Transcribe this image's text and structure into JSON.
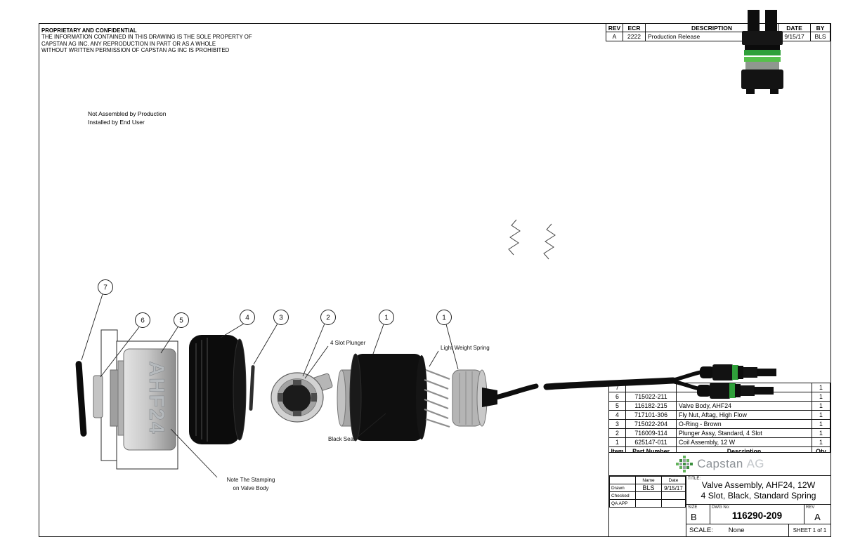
{
  "notices": {
    "proprietary_title": "PROPRIETARY AND CONFIDENTIAL",
    "proprietary_line1": "THE INFORMATION CONTAINED IN THIS DRAWING IS THE SOLE PROPERTY OF",
    "proprietary_line2": "CAPSTAN AG INC. ANY REPRODUCTION IN PART OR AS A WHOLE",
    "proprietary_line3": "WITHOUT WRITTEN PERMISSION OF CAPSTAN AG INC IS PROHIBITED",
    "assembly_note_line1": "Not Assembled by Production",
    "assembly_note_line2": "Installed by End User"
  },
  "revision_table": {
    "headers": {
      "rev": "REV",
      "ecr": "ECR",
      "description": "DESCRIPTION",
      "date": "DATE",
      "by": "BY"
    },
    "rows": [
      {
        "rev": "A",
        "ecr": "2222",
        "description": "Production Release",
        "date": "9/15/17",
        "by": "BLS"
      }
    ]
  },
  "diagram": {
    "balloons": [
      "7",
      "6",
      "5",
      "4",
      "3",
      "2",
      "1",
      "1"
    ],
    "labels": {
      "plunger": "4 Slot Plunger",
      "spring": "Light Weight Spring",
      "seal": "Black Seal",
      "stamping_line1": "Note The Stamping",
      "stamping_line2": "on Valve Body",
      "valve_stamp": "AHF24"
    }
  },
  "bom_table": {
    "headers": {
      "item": "Item",
      "part_number": "Part Number",
      "description": "Description",
      "qty": "Qty"
    },
    "rows": [
      {
        "item": "7",
        "part_number": "",
        "description": "",
        "qty": "1"
      },
      {
        "item": "6",
        "part_number": "715022-211",
        "description": "",
        "qty": "1"
      },
      {
        "item": "5",
        "part_number": "116182-215",
        "description": "Valve Body, AHF24",
        "qty": "1"
      },
      {
        "item": "4",
        "part_number": "717101-306",
        "description": "Fly Nut, Aftag, High Flow",
        "qty": "1"
      },
      {
        "item": "3",
        "part_number": "715022-204",
        "description": "O-Ring - Brown",
        "qty": "1"
      },
      {
        "item": "2",
        "part_number": "716009-114",
        "description": "Plunger Assy, Standard, 4 Slot",
        "qty": "1"
      },
      {
        "item": "1",
        "part_number": "625147-011",
        "description": "Coil Assembly, 12 W",
        "qty": "1"
      }
    ]
  },
  "title_block": {
    "logo_text_capstan": "Capstan",
    "logo_text_ag": "AG",
    "name_header": "Name",
    "date_header": "Date",
    "drawn_label": "Drawn",
    "drawn_name": "BLS",
    "drawn_date": "9/15/17",
    "checked_label": "Checked",
    "qa_label": "QA APP",
    "title_label": "TITLE:",
    "title_line1": "Valve Assembly, AHF24, 12W",
    "title_line2": "4 Slot, Black, Standard Spring",
    "size_label": "SIZE",
    "size_value": "B",
    "dwg_label": "DWG No:",
    "dwg_value": "116290-209",
    "rev_label": "REV",
    "rev_value": "A",
    "scale_label": "SCALE:",
    "scale_value": "None",
    "sheet_value": "SHEET 1 of 1"
  },
  "colors": {
    "connector_green": "#2fa03a",
    "connector_green_light": "#56c04b",
    "logo_green": "#3c8f3f",
    "logo_green_light": "#62b35a",
    "logo_gray": "#9aa0a5"
  }
}
